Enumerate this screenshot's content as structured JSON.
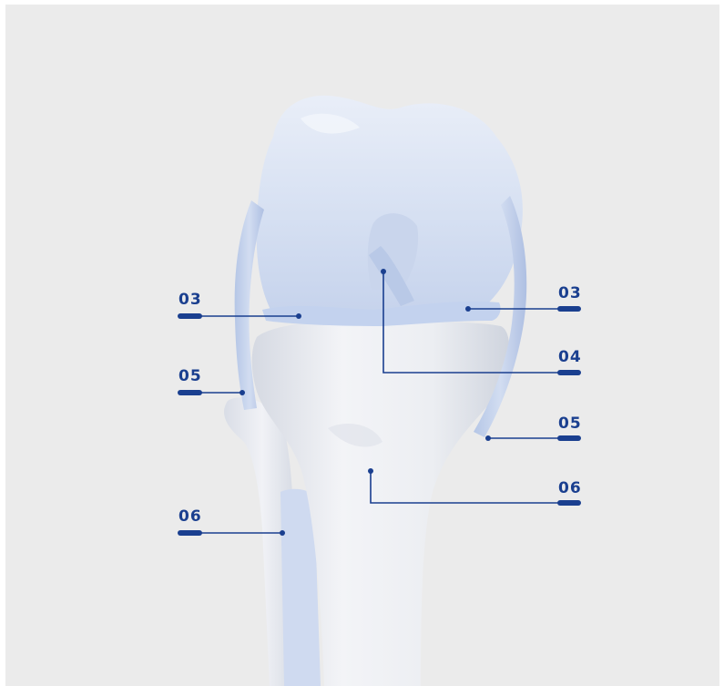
{
  "accent_color": "#1a3f8f",
  "labels": {
    "left_03": "03",
    "left_05": "05",
    "left_06": "06",
    "right_03": "03",
    "right_04": "04",
    "right_05": "05",
    "right_06": "06"
  }
}
